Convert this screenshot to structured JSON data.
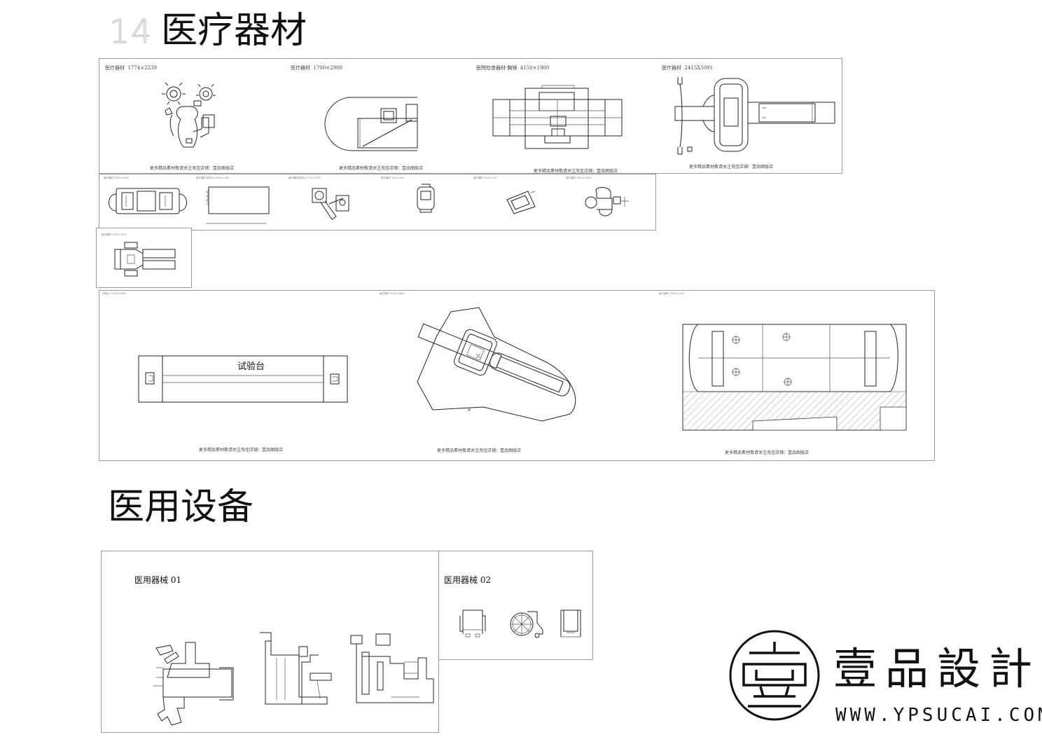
{
  "section1": {
    "number": "14",
    "title": "医疗器材",
    "sheet_a": {
      "items": [
        {
          "label": "医疗器材",
          "size": "1774×2239",
          "note": "更多精品素材敬请关注淘宝店铺：壹品图版店"
        },
        {
          "label": "医疗器材",
          "size": "1700×2900",
          "note": "更多精品素材敬请关注淘宝店铺：壹品图版店"
        },
        {
          "label": "医院检查器材-胸镜",
          "size": "4150×1900",
          "note": "更多精品素材敬请关注淘宝店铺：壹品图版店"
        },
        {
          "label": "医疗器材",
          "size": "2415X5091",
          "note": "更多精品素材敬请关注淘宝店铺：壹品图版店"
        }
      ]
    },
    "sheet_b": {
      "items": [
        {
          "label": "医疗器材",
          "size": "1500×3900"
        },
        {
          "label": "医疗器材 操作台",
          "size": "1000×2300"
        },
        {
          "label": "医疗器材检查仪",
          "size": "1170×1570"
        },
        {
          "label": "医疗器材",
          "size": "750×1200"
        },
        {
          "label": "医疗器材",
          "size": "700×1330"
        },
        {
          "label": "医疗器材",
          "size": "1400×1500"
        }
      ]
    },
    "sheet_c": {
      "label": "医疗器材",
      "size": "2000×3500"
    },
    "sheet_d": {
      "items": [
        {
          "label": "试验台",
          "size": "3700×13000",
          "note": "更多精品素材敬请关注淘宝店铺：壹品图版店"
        },
        {
          "label": "医疗器材",
          "size": "5000×3400",
          "note": "更多精品素材敬请关注淘宝店铺：壹品图版店"
        },
        {
          "label": "医疗器材",
          "size": "3000×2200",
          "note": "更多精品素材敬请关注淘宝店铺：壹品图版店"
        }
      ],
      "bench_label": "试验台"
    }
  },
  "section2": {
    "title": "医用设备",
    "sheet_e": {
      "label": "医用器械 01"
    },
    "sheet_f": {
      "label": "医用器械 02"
    }
  },
  "brand": {
    "logo_char": "壹",
    "name": "壹品設計",
    "url": "WWW.YPSUCAI.COM"
  }
}
